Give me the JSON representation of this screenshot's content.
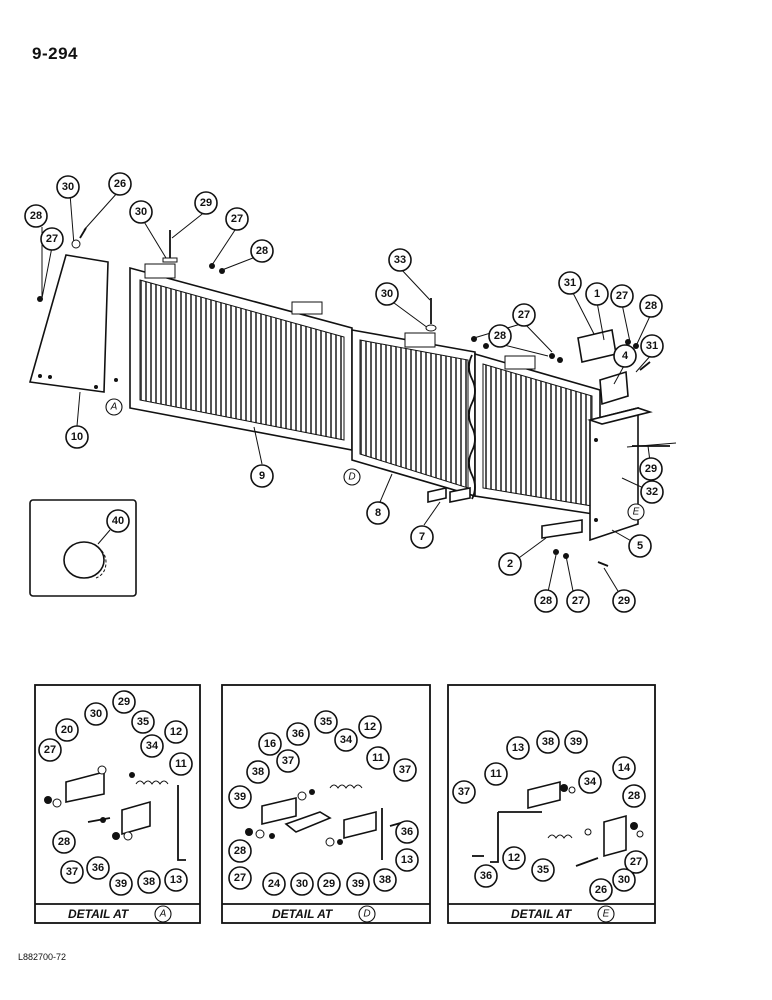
{
  "page_number": "9-294",
  "doc_code": "L882700-72",
  "callouts": {
    "m_28a": "28",
    "m_27a": "27",
    "m_30a": "30",
    "m_26a": "26",
    "m_10": "10",
    "m_30b": "30",
    "m_29a": "29",
    "m_27b": "27",
    "m_28b": "28",
    "m_9": "9",
    "m_33": "33",
    "m_30c": "30",
    "m_8": "8",
    "m_7": "7",
    "m_31a": "31",
    "m_1": "1",
    "m_27c": "27",
    "m_28c": "28",
    "m_27d": "27",
    "m_28d": "28",
    "m_4": "4",
    "m_31b": "31",
    "m_29b": "29",
    "m_32": "32",
    "m_5": "5",
    "m_2": "2",
    "m_28e": "28",
    "m_27e": "27",
    "m_29c": "29",
    "m_40": "40",
    "a_29": "29",
    "a_30": "30",
    "a_20": "20",
    "a_35": "35",
    "a_12": "12",
    "a_34": "34",
    "a_27": "27",
    "a_11": "11",
    "a_28": "28",
    "a_37": "37",
    "a_36": "36",
    "a_39": "39",
    "a_38": "38",
    "a_13": "13",
    "d_35": "35",
    "d_12": "12",
    "d_36": "36",
    "d_34": "34",
    "d_16": "16",
    "d_37a": "37",
    "d_11": "11",
    "d_37b": "37",
    "d_38a": "38",
    "d_39a": "39",
    "d_36b": "36",
    "d_28": "28",
    "d_27": "27",
    "d_24": "24",
    "d_30": "30",
    "d_29": "29",
    "d_39b": "39",
    "d_38b": "38",
    "d_13": "13",
    "e_13": "13",
    "e_38": "38",
    "e_39": "39",
    "e_11": "11",
    "e_14": "14",
    "e_34": "34",
    "e_37": "37",
    "e_28": "28",
    "e_12": "12",
    "e_35": "35",
    "e_27": "27",
    "e_36": "36",
    "e_26": "26",
    "e_30": "30"
  },
  "refs": {
    "A": "A",
    "D": "D",
    "E": "E"
  },
  "details": [
    {
      "label": "DETAIL AT",
      "ref": "A"
    },
    {
      "label": "DETAIL AT",
      "ref": "D"
    },
    {
      "label": "DETAIL AT",
      "ref": "E"
    }
  ]
}
